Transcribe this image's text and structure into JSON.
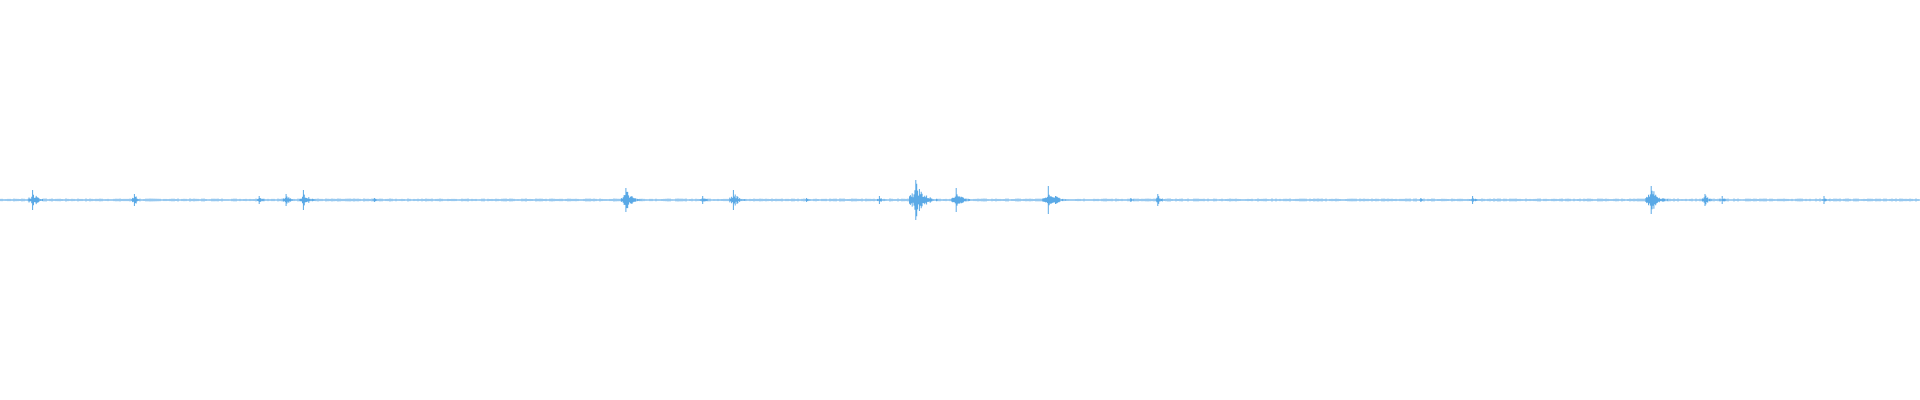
{
  "waveform": {
    "color": "#5aa9e6",
    "baseline_color": "#5aa9e6",
    "icon": "audio-waveform",
    "amplitude_scale": "normalized",
    "samples": [
      {
        "t": 0.017,
        "amp": 0.05
      },
      {
        "t": 0.07,
        "amp": 0.03
      },
      {
        "t": 0.135,
        "amp": 0.02
      },
      {
        "t": 0.149,
        "amp": 0.03
      },
      {
        "t": 0.158,
        "amp": 0.05
      },
      {
        "t": 0.195,
        "amp": 0.01
      },
      {
        "t": 0.326,
        "amp": 0.06
      },
      {
        "t": 0.366,
        "amp": 0.02
      },
      {
        "t": 0.382,
        "amp": 0.05
      },
      {
        "t": 0.42,
        "amp": 0.01
      },
      {
        "t": 0.458,
        "amp": 0.02
      },
      {
        "t": 0.477,
        "amp": 0.1
      },
      {
        "t": 0.498,
        "amp": 0.06
      },
      {
        "t": 0.546,
        "amp": 0.07
      },
      {
        "t": 0.589,
        "amp": 0.01
      },
      {
        "t": 0.603,
        "amp": 0.03
      },
      {
        "t": 0.74,
        "amp": 0.01
      },
      {
        "t": 0.767,
        "amp": 0.02
      },
      {
        "t": 0.86,
        "amp": 0.07
      },
      {
        "t": 0.888,
        "amp": 0.03
      },
      {
        "t": 0.897,
        "amp": 0.02
      },
      {
        "t": 0.95,
        "amp": 0.02
      }
    ]
  }
}
